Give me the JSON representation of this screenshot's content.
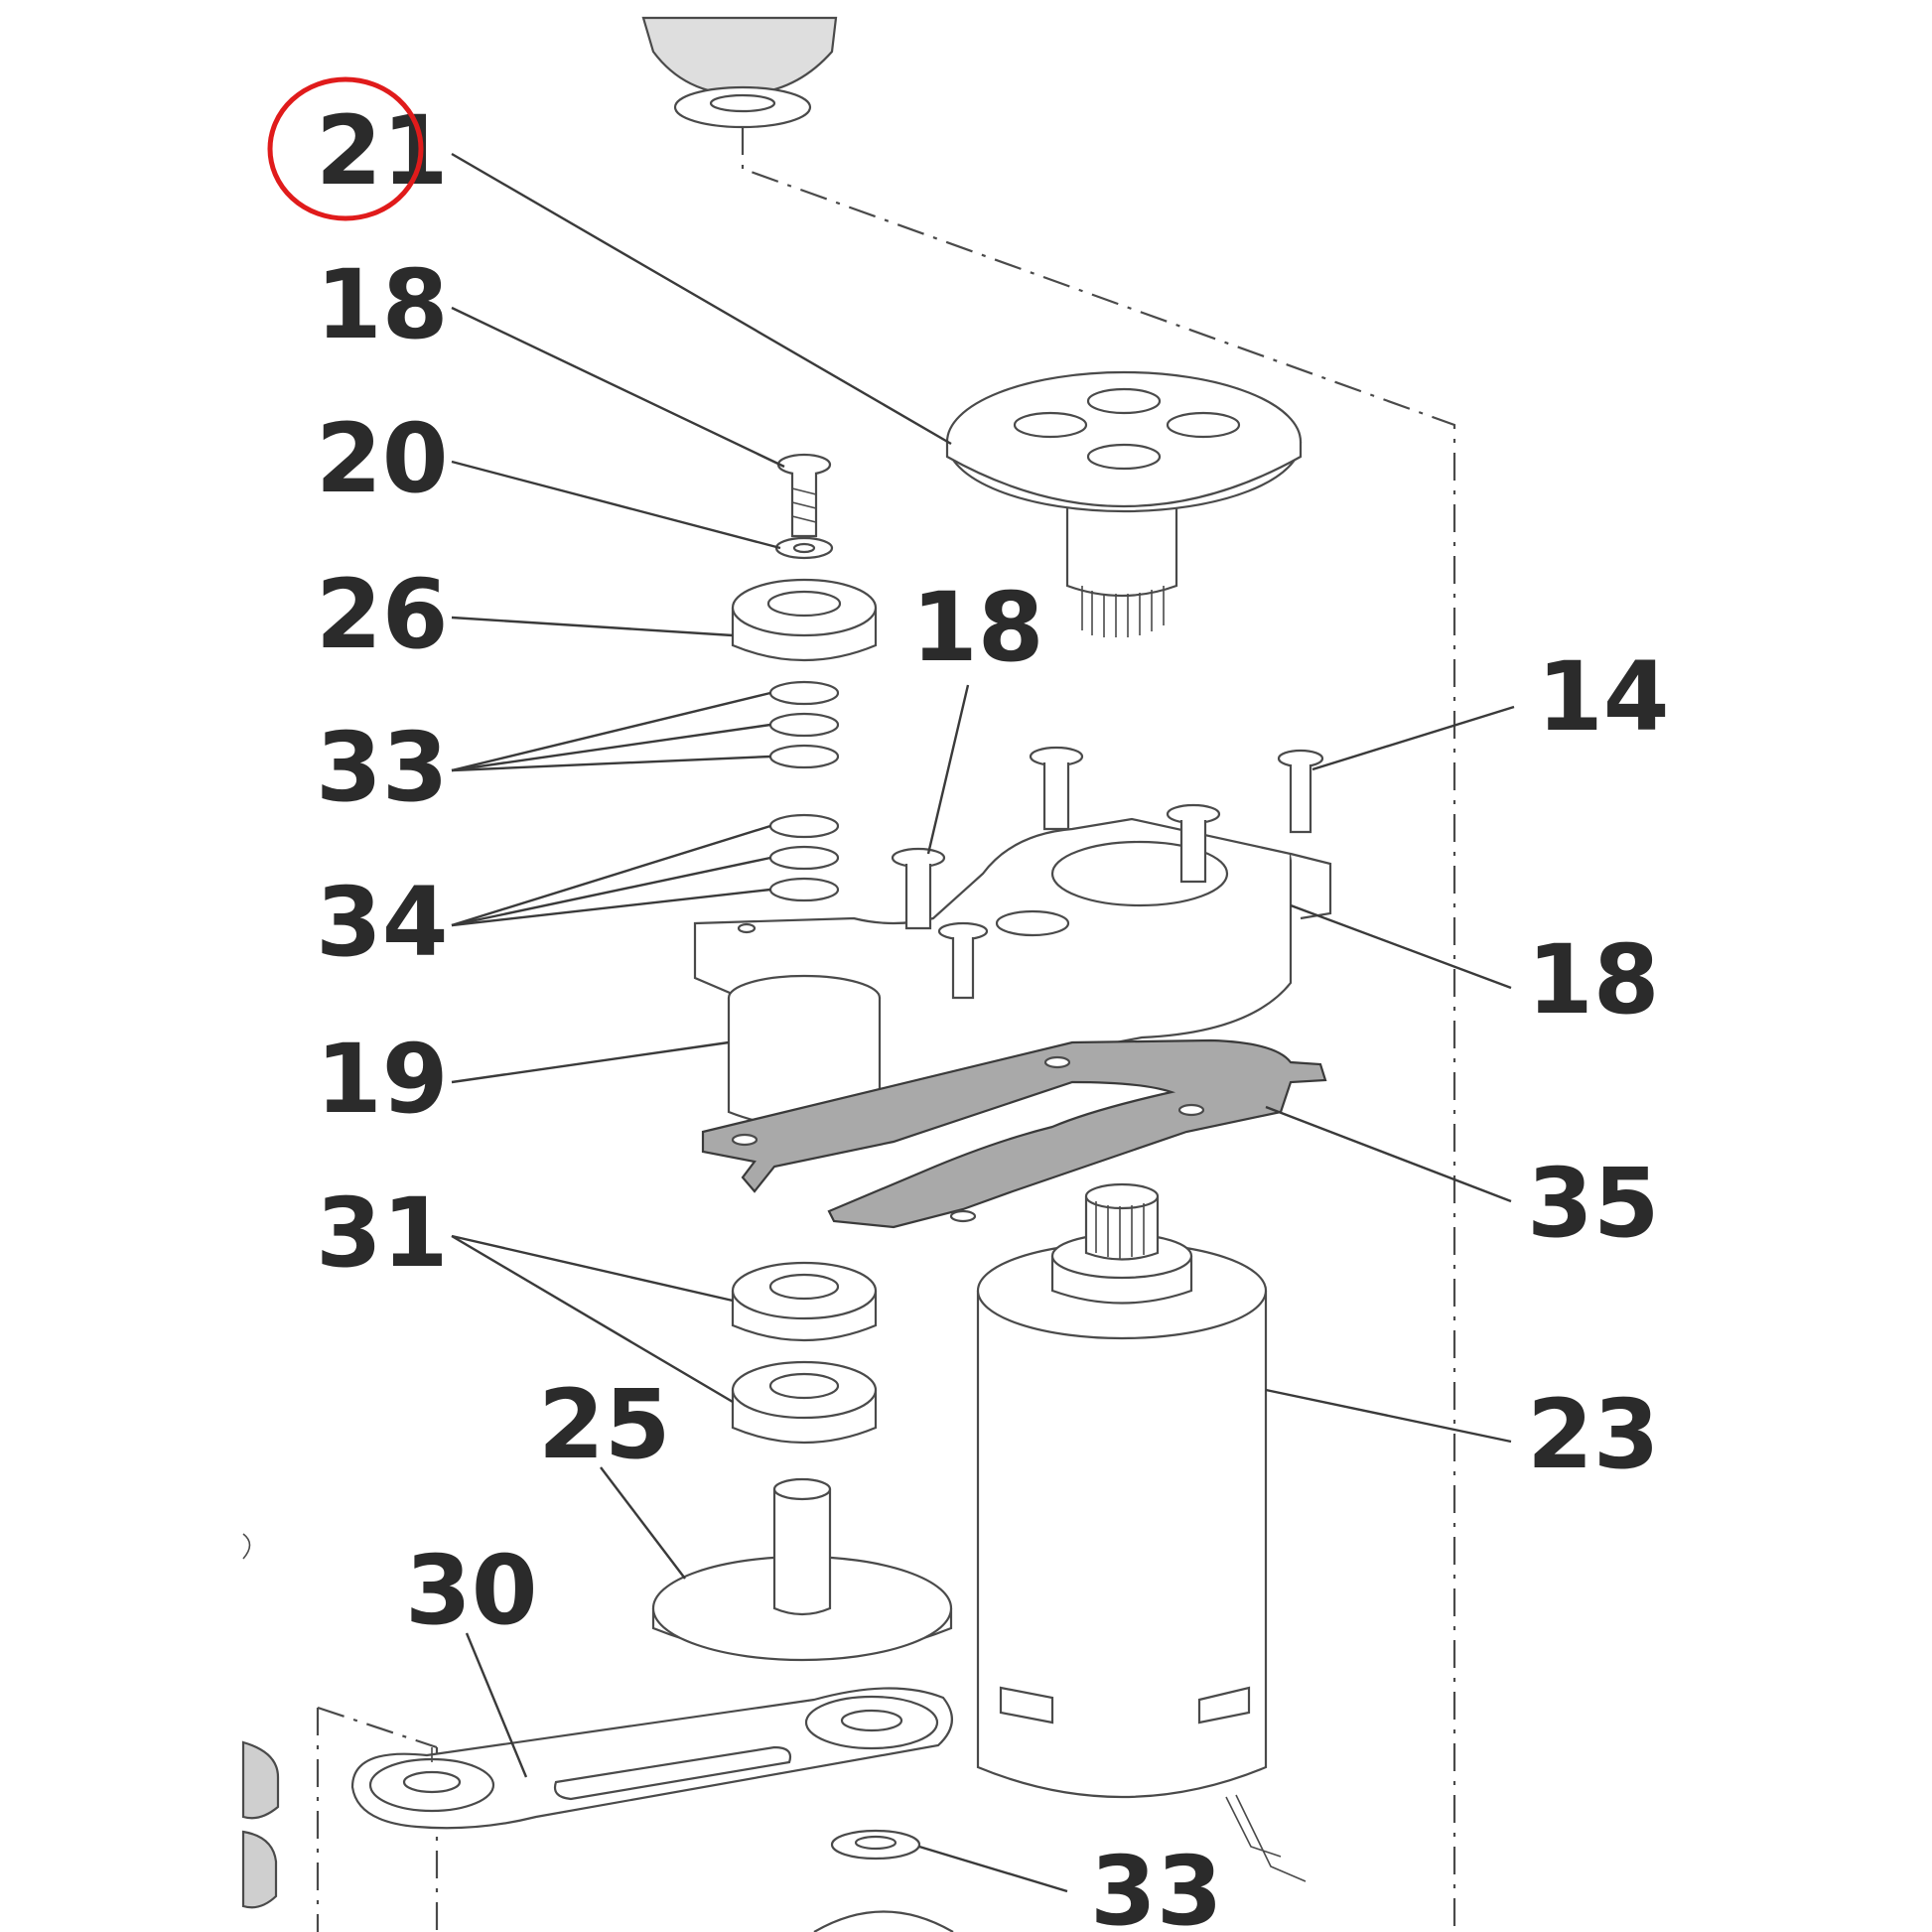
{
  "diagram": {
    "callouts": {
      "c21": "21",
      "c18a": "18",
      "c20": "20",
      "c26": "26",
      "c33a": "33",
      "c34": "34",
      "c19": "19",
      "c31": "31",
      "c25": "25",
      "c30": "30",
      "c18b": "18",
      "c14": "14",
      "c18c": "18",
      "c35": "35",
      "c23": "23",
      "c33b": "33"
    },
    "highlighted_callout": "21",
    "highlight_color": "#e01b1b",
    "line_color": "#3a3a3a",
    "gasket_color": "#a9a9a9"
  }
}
